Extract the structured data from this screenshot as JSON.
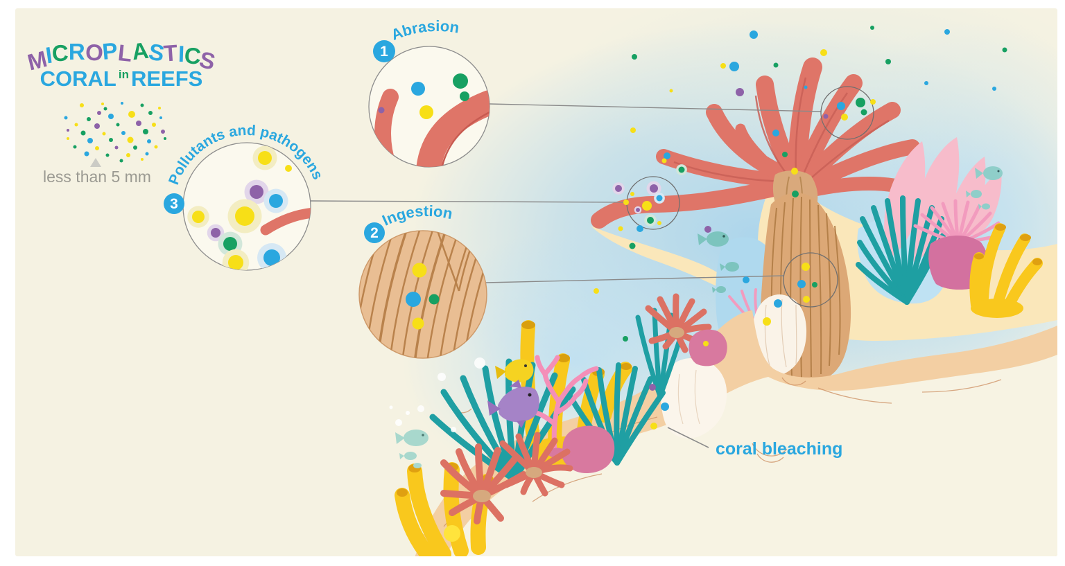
{
  "palette": {
    "b": "#2AA7DF",
    "g": "#17A062",
    "p": "#8E62A8",
    "y": "#F7DF17"
  },
  "halo_palette": {
    "b": "#D6E8F4",
    "g": "#D2E7DA",
    "p": "#E2D6EA",
    "y": "#F3EDC2"
  },
  "accent_blue": "#2AA7DF",
  "title": {
    "top": [
      {
        "ch": "M",
        "c": "p"
      },
      {
        "ch": "I",
        "c": "b"
      },
      {
        "ch": "C",
        "c": "g"
      },
      {
        "ch": "R",
        "c": "b"
      },
      {
        "ch": "O",
        "c": "p"
      },
      {
        "ch": "P",
        "c": "b"
      },
      {
        "ch": "L",
        "c": "p"
      },
      {
        "ch": "A",
        "c": "g"
      },
      {
        "ch": "S",
        "c": "b"
      },
      {
        "ch": "T",
        "c": "p"
      },
      {
        "ch": "I",
        "c": "b"
      },
      {
        "ch": "C",
        "c": "g"
      },
      {
        "ch": "S",
        "c": "p"
      }
    ],
    "mid": "in",
    "bottom_left": "CORAL",
    "bottom_right": "REEFS"
  },
  "legend": {
    "caption": "less than 5 mm",
    "dots": [
      [
        118,
        152,
        "y",
        3
      ],
      [
        148,
        150,
        "y",
        2
      ],
      [
        152,
        157,
        "g",
        2.5
      ],
      [
        176,
        149,
        "b",
        2
      ],
      [
        205,
        152,
        "g",
        2.5
      ],
      [
        230,
        156,
        "y",
        2
      ],
      [
        143,
        163,
        "p",
        3
      ],
      [
        160,
        168,
        "b",
        4
      ],
      [
        190,
        165,
        "y",
        5
      ],
      [
        217,
        163,
        "g",
        3
      ],
      [
        95,
        170,
        "b",
        2.5
      ],
      [
        128,
        172,
        "g",
        3
      ],
      [
        232,
        170,
        "b",
        2
      ],
      [
        110,
        180,
        "y",
        2.5
      ],
      [
        140,
        182,
        "p",
        4
      ],
      [
        170,
        180,
        "g",
        2.5
      ],
      [
        200,
        178,
        "p",
        4
      ],
      [
        222,
        180,
        "y",
        3
      ],
      [
        98,
        188,
        "p",
        2
      ],
      [
        120,
        192,
        "g",
        3.5
      ],
      [
        150,
        193,
        "y",
        2.5
      ],
      [
        178,
        192,
        "b",
        3
      ],
      [
        210,
        190,
        "g",
        4
      ],
      [
        235,
        190,
        "p",
        3
      ],
      [
        98,
        200,
        "y",
        2
      ],
      [
        130,
        203,
        "b",
        4
      ],
      [
        160,
        202,
        "g",
        3
      ],
      [
        188,
        202,
        "y",
        4.5
      ],
      [
        215,
        204,
        "b",
        3
      ],
      [
        238,
        200,
        "g",
        2
      ],
      [
        108,
        212,
        "g",
        2.5
      ],
      [
        140,
        214,
        "y",
        3
      ],
      [
        168,
        213,
        "p",
        2.5
      ],
      [
        195,
        213,
        "g",
        3
      ],
      [
        225,
        212,
        "y",
        2.5
      ],
      [
        125,
        222,
        "b",
        3.5
      ],
      [
        155,
        224,
        "g",
        2.5
      ],
      [
        185,
        224,
        "y",
        3
      ],
      [
        212,
        222,
        "b",
        2.5
      ],
      [
        175,
        232,
        "g",
        2.5
      ],
      [
        205,
        230,
        "y",
        2
      ]
    ]
  },
  "steps": [
    {
      "num": "1",
      "label": "Abrasion"
    },
    {
      "num": "2",
      "label": "Ingestion"
    },
    {
      "num": "3",
      "label": "Pollutants and pathogens"
    }
  ],
  "annotations": {
    "bleaching": "coral bleaching"
  },
  "dots": {
    "water": [
      [
        1087,
        50,
        "b",
        6
      ],
      [
        1188,
        76,
        "y",
        5
      ],
      [
        1281,
        89,
        "g",
        4
      ],
      [
        1366,
        46,
        "b",
        4
      ],
      [
        1449,
        72,
        "g",
        3.5
      ],
      [
        1258,
        40,
        "g",
        3
      ],
      [
        1434,
        128,
        "b",
        3
      ],
      [
        1059,
        96,
        "b",
        7
      ],
      [
        1119,
        94,
        "g",
        3.5
      ],
      [
        1043,
        95,
        "y",
        4
      ],
      [
        968,
        131,
        "y",
        2.5
      ],
      [
        915,
        82,
        "g",
        4
      ],
      [
        1067,
        133,
        "p",
        6
      ],
      [
        1162,
        126,
        "b",
        2.5
      ],
      [
        1336,
        120,
        "b",
        3
      ],
      [
        913,
        188,
        "y",
        4
      ],
      [
        962,
        225,
        "b",
        5
      ],
      [
        958,
        232,
        "y",
        3.5
      ],
      [
        983,
        245,
        "g",
        4.5,
        1
      ],
      [
        1119,
        192,
        "b",
        5
      ],
      [
        1132,
        223,
        "g",
        4
      ],
      [
        1146,
        247,
        "y",
        5
      ],
      [
        892,
        272,
        "p",
        5,
        1
      ],
      [
        1021,
        331,
        "p",
        5
      ],
      [
        895,
        330,
        "y",
        3.5
      ],
      [
        923,
        330,
        "b",
        5
      ],
      [
        912,
        355,
        "g",
        4.5
      ],
      [
        860,
        420,
        "y",
        4
      ],
      [
        1076,
        404,
        "b",
        5
      ],
      [
        1018,
        496,
        "y",
        4
      ],
      [
        902,
        489,
        "g",
        4
      ],
      [
        941,
        559,
        "p",
        5
      ],
      [
        959,
        587,
        "b",
        6
      ],
      [
        943,
        615,
        "y",
        5
      ],
      [
        1122,
        438,
        "b",
        6
      ],
      [
        1106,
        464,
        "y",
        6
      ],
      [
        1147,
        280,
        "g",
        5
      ]
    ],
    "zone_abrasion": [
      [
        1213,
        153,
        "b",
        6
      ],
      [
        1241,
        148,
        "g",
        7
      ],
      [
        1246,
        162,
        "g",
        4.5
      ],
      [
        1218,
        169,
        "y",
        5
      ],
      [
        1191,
        168,
        "p",
        3.5
      ],
      [
        1259,
        147,
        "y",
        4
      ]
    ],
    "zone_pollutants": [
      [
        943,
        272,
        "p",
        6,
        1
      ],
      [
        951,
        286,
        "b",
        4.5,
        1
      ],
      [
        933,
        297,
        "y",
        7
      ],
      [
        903,
        292,
        "y",
        4
      ],
      [
        920,
        303,
        "p",
        3,
        1
      ],
      [
        938,
        318,
        "g",
        5,
        1
      ],
      [
        951,
        322,
        "y",
        3
      ],
      [
        912,
        280,
        "y",
        3
      ]
    ],
    "zone_ingestion": [
      [
        1162,
        385,
        "y",
        6
      ],
      [
        1156,
        410,
        "b",
        6
      ],
      [
        1175,
        411,
        "g",
        4
      ],
      [
        1163,
        432,
        "y",
        5
      ]
    ],
    "circle_abrasion": [
      [
        603,
        128,
        "b",
        10
      ],
      [
        664,
        117,
        "g",
        11
      ],
      [
        670,
        139,
        "g",
        7
      ],
      [
        615,
        162,
        "y",
        10
      ],
      [
        550,
        159,
        "p",
        4.5
      ]
    ],
    "circle_ingestion": [
      [
        605,
        390,
        "y",
        10.5
      ],
      [
        596,
        432,
        "b",
        11
      ],
      [
        626,
        432,
        "g",
        7.5
      ],
      [
        603,
        467,
        "y",
        8.5
      ]
    ],
    "circle_pollutants": [
      [
        382,
        228,
        "y",
        10,
        1
      ],
      [
        370,
        277,
        "p",
        10,
        1
      ],
      [
        398,
        290,
        "b",
        10,
        1
      ],
      [
        353,
        312,
        "y",
        14,
        1
      ],
      [
        286,
        313,
        "y",
        9,
        1
      ],
      [
        311,
        336,
        "p",
        7,
        1
      ],
      [
        332,
        352,
        "g",
        10,
        1
      ],
      [
        392,
        372,
        "b",
        12,
        1
      ],
      [
        340,
        379,
        "y",
        11,
        1
      ],
      [
        416,
        243,
        "y",
        5
      ]
    ]
  }
}
